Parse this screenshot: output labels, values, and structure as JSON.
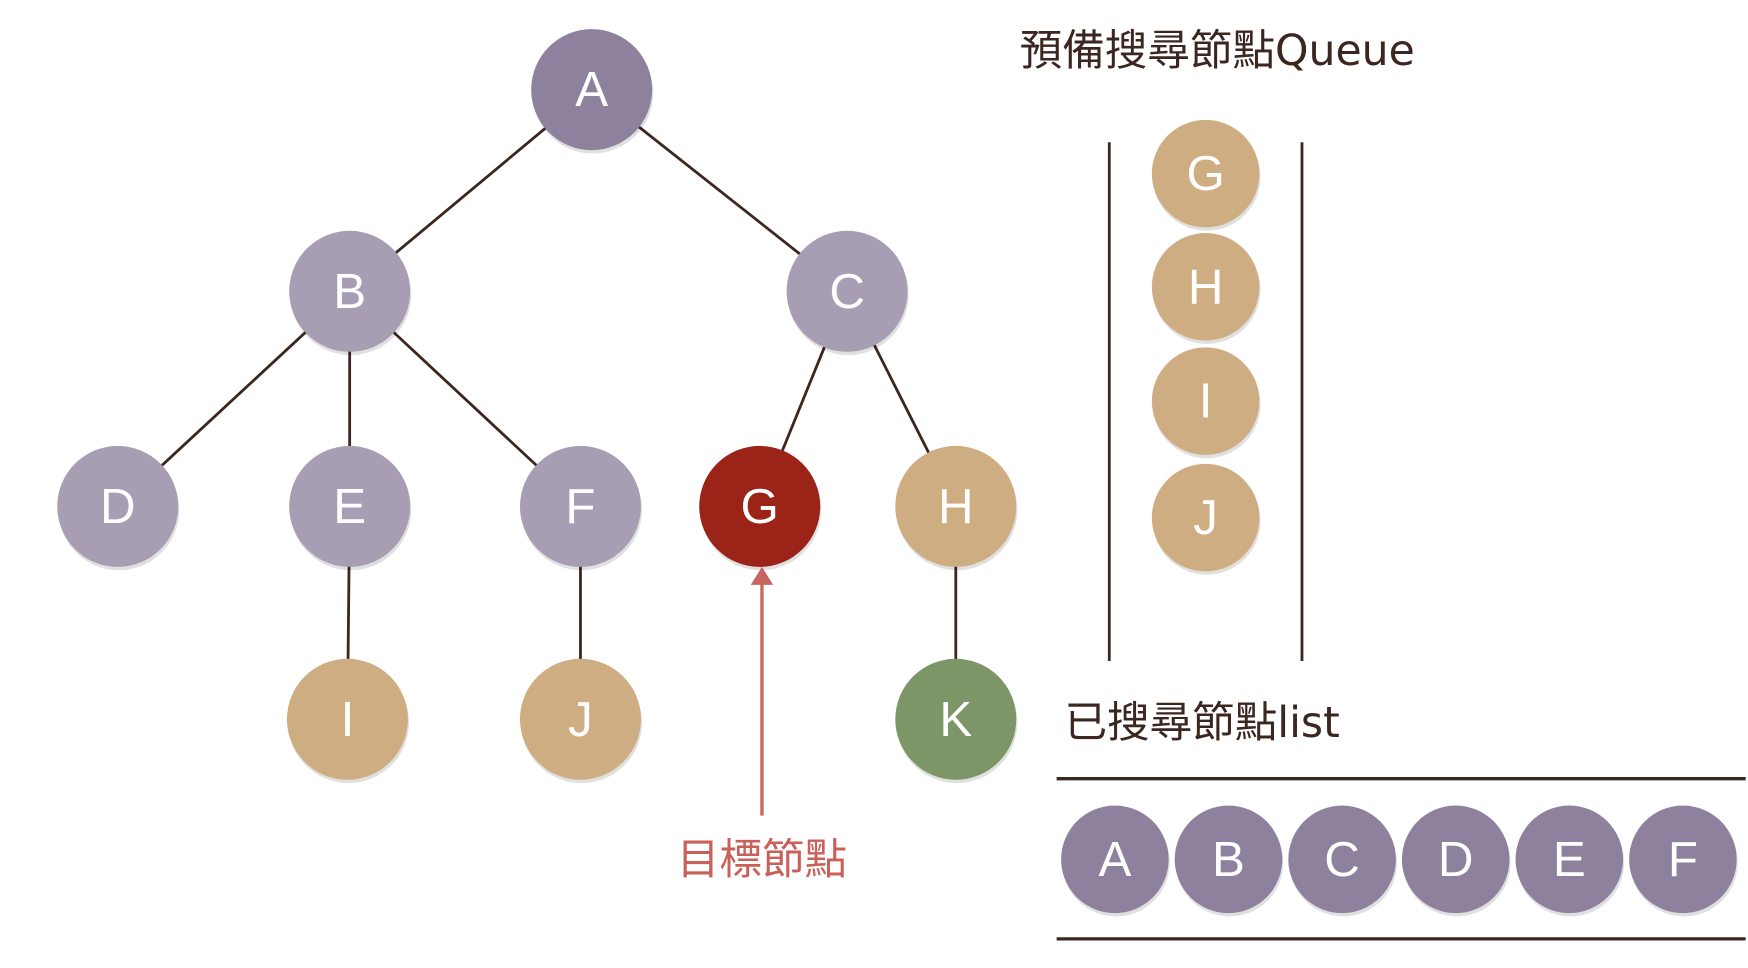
{
  "colors": {
    "root": "#8e819e",
    "visited": "#a79eb3",
    "queued": "#cfad82",
    "target": "#9b2318",
    "unvisited": "#7d9668",
    "edge": "#3b2620",
    "arrow": "#c9655f",
    "list_node": "#8e819e"
  },
  "tree": {
    "nodes": [
      {
        "id": "A",
        "label": "A",
        "state": "root"
      },
      {
        "id": "B",
        "label": "B",
        "state": "visited"
      },
      {
        "id": "C",
        "label": "C",
        "state": "visited"
      },
      {
        "id": "D",
        "label": "D",
        "state": "visited"
      },
      {
        "id": "E",
        "label": "E",
        "state": "visited"
      },
      {
        "id": "F",
        "label": "F",
        "state": "visited"
      },
      {
        "id": "G",
        "label": "G",
        "state": "target"
      },
      {
        "id": "H",
        "label": "H",
        "state": "queued"
      },
      {
        "id": "I",
        "label": "I",
        "state": "queued"
      },
      {
        "id": "J",
        "label": "J",
        "state": "queued"
      },
      {
        "id": "K",
        "label": "K",
        "state": "unvisited"
      }
    ],
    "edges": [
      [
        "A",
        "B"
      ],
      [
        "A",
        "C"
      ],
      [
        "B",
        "D"
      ],
      [
        "B",
        "E"
      ],
      [
        "B",
        "F"
      ],
      [
        "C",
        "G"
      ],
      [
        "C",
        "H"
      ],
      [
        "E",
        "I"
      ],
      [
        "F",
        "J"
      ],
      [
        "H",
        "K"
      ]
    ]
  },
  "target_label": "目標節點",
  "queue": {
    "title": "預備搜尋節點Queue",
    "items": [
      "G",
      "H",
      "I",
      "J"
    ]
  },
  "visited_list": {
    "title": "已搜尋節點list",
    "items": [
      "A",
      "B",
      "C",
      "D",
      "E",
      "F"
    ]
  }
}
